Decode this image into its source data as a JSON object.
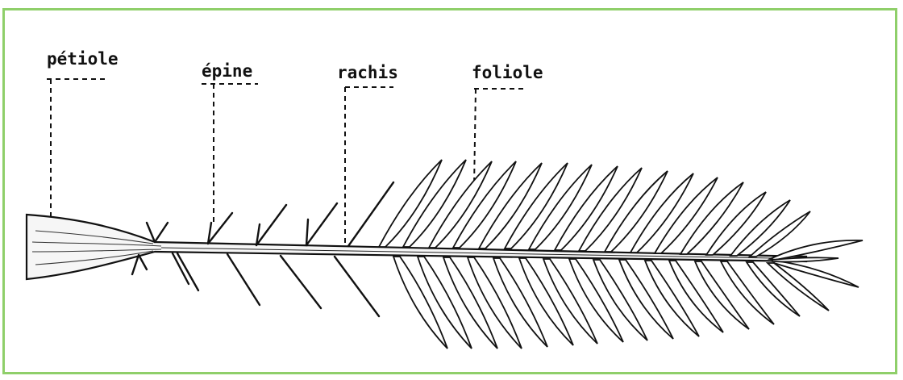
{
  "labels": {
    "petiole": "pétiole",
    "epine": "épine",
    "rachis": "rachis",
    "foliole": "foliole"
  },
  "colors": {
    "border": "#8fcf6a",
    "ink": "#111111"
  }
}
